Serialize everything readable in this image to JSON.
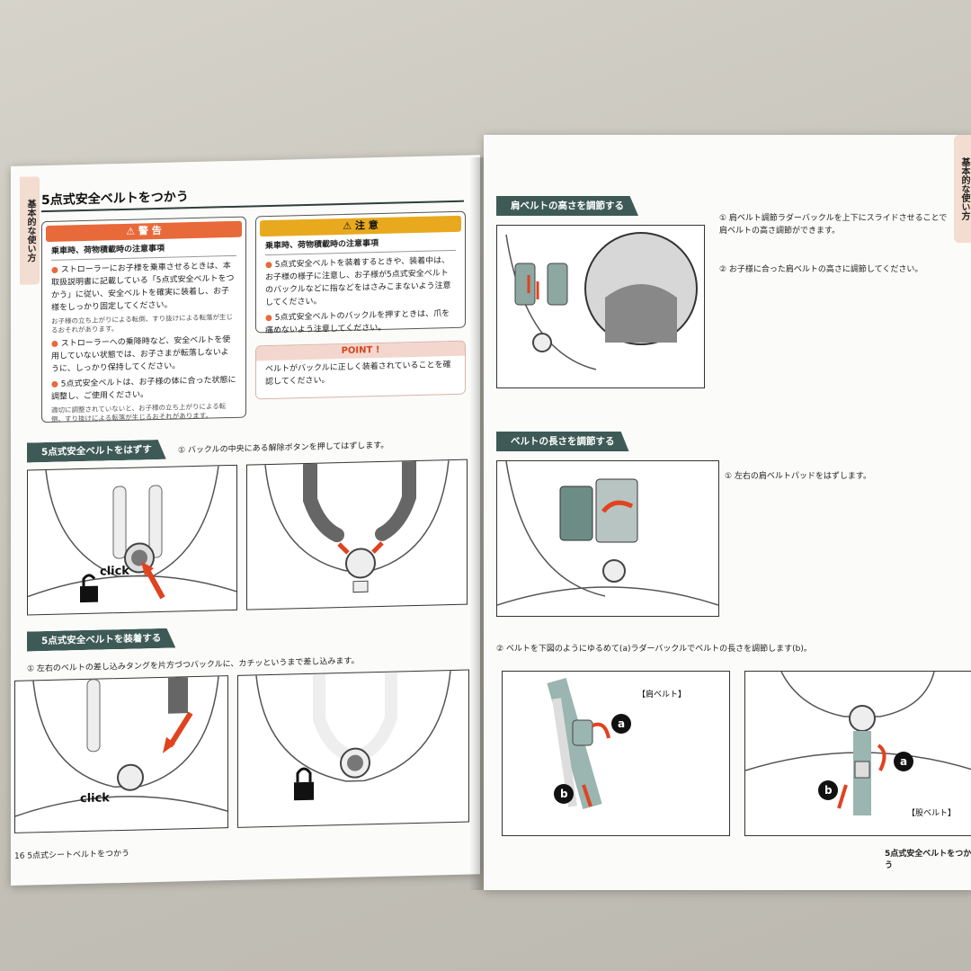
{
  "left_page": {
    "side_tab": "基本的な使い方",
    "title": "5点式安全ベルトをつかう",
    "warning": {
      "head": "警 告",
      "sub_head": "乗車時、荷物積載時の注意事項",
      "item1": "ストローラーにお子様を乗車させるときは、本取扱説明書に記載している「5点式安全ベルトをつかう」に従い、安全ベルトを確実に装着し、お子様をしっかり固定してください。",
      "item1_note": "お子様の立ち上がりによる転倒、すり抜けによる転落が生じるおそれがあります。",
      "item2": "ストローラーへの乗降時など、安全ベルトを使用していない状態では、お子さまが転落しないように、しっかり保持してください。",
      "item3": "5点式安全ベルトは、お子様の体に合った状態に調整し、ご使用ください。",
      "item3_note": "適切に調整されていないと、お子様の立ち上がりによる転倒、すり抜けによる転落が生じるおそれがあります。"
    },
    "caution": {
      "head": "注 意",
      "sub_head": "乗車時、荷物積載時の注意事項",
      "item1": "5点式安全ベルトを装着するときや、装着中は、お子様の様子に注意し、お子様が5点式安全ベルトのバックルなどに指などをはさみこまないよう注意してください。",
      "item2": "5点式安全ベルトのバックルを押すときは、爪を痛めないよう注意してください。"
    },
    "point": {
      "head": "POINT !",
      "text": "ベルトがバックルに正しく装着されていることを確認してください。"
    },
    "section_remove": {
      "label": "5点式安全ベルトをはずす",
      "step": "① バックルの中央にある解除ボタンを押してはずします。",
      "click": "click"
    },
    "section_attach": {
      "label": "5点式安全ベルトを装着する",
      "step": "① 左右のベルトの差し込みタングを片方づつバックルに、カチッというまで差し込みます。",
      "click": "click"
    },
    "footer": "16  5点式シートベルトをつかう"
  },
  "right_page": {
    "side_tab": "基本的な使い方",
    "section_shoulder": {
      "label": "肩ベルトの高さを調節する",
      "step1": "① 肩ベルト調節ラダーバックルを上下にスライドさせることで肩ベルトの高さ調節ができます。",
      "step2": "② お子様に合った肩ベルトの高さに調節してください。"
    },
    "section_length": {
      "label": "ベルトの長さを調節する",
      "step1": "① 左右の肩ベルトパッドをはずします。",
      "step2": "② ベルトを下図のようにゆるめて(a)ラダーバックルでベルトの長さを調節します(b)。",
      "shoulder_label": "【肩ベルト】",
      "crotch_label": "【股ベルト】",
      "mark_a": "a",
      "mark_b": "b"
    },
    "footer": "5点式安全ベルトをつかう"
  },
  "colors": {
    "accent_green": "#3e5a56",
    "warning_orange": "#e8693a",
    "caution_yellow": "#e8a91f",
    "arrow_red": "#e0431f"
  }
}
